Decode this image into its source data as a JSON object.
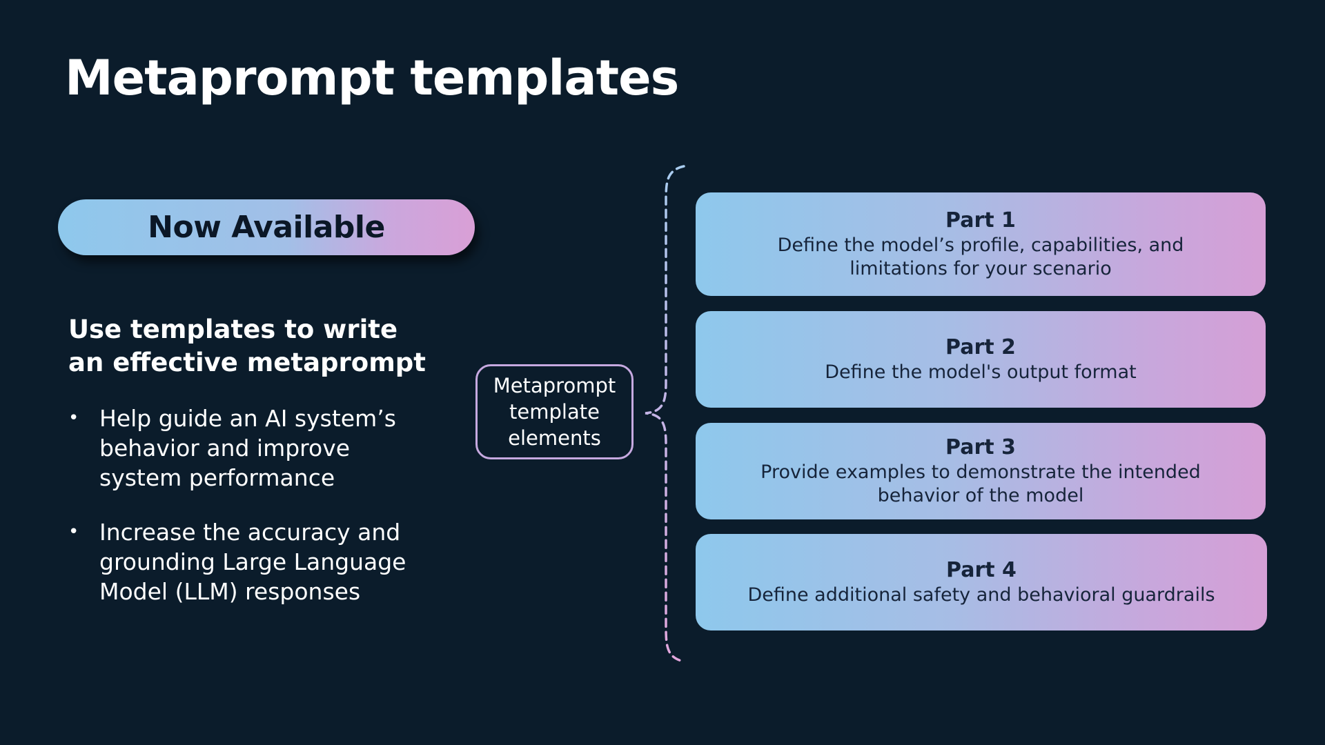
{
  "slide": {
    "title": "Metaprompt templates",
    "badge": "Now Available",
    "subheading": "Use templates to write an effective metaprompt",
    "bullets": [
      "Help guide an AI system’s behavior and improve system performance",
      "Increase the accuracy and grounding Large Language Model (LLM) responses"
    ],
    "center_label": "Metaprompt template elements",
    "parts": [
      {
        "title": "Part 1",
        "description": "Define the model’s profile, capabilities, and limitations for your scenario"
      },
      {
        "title": "Part 2",
        "description": "Define the model's output format"
      },
      {
        "title": "Part 3",
        "description": "Provide examples to demonstrate the intended behavior of the model"
      },
      {
        "title": "Part 4",
        "description": "Define additional safety and behavioral guardrails"
      }
    ]
  },
  "colors": {
    "background": "#0b1c2b",
    "gradient_start": "#8ec8ec",
    "gradient_end": "#d99fd6",
    "dark_text": "#0b1726"
  }
}
